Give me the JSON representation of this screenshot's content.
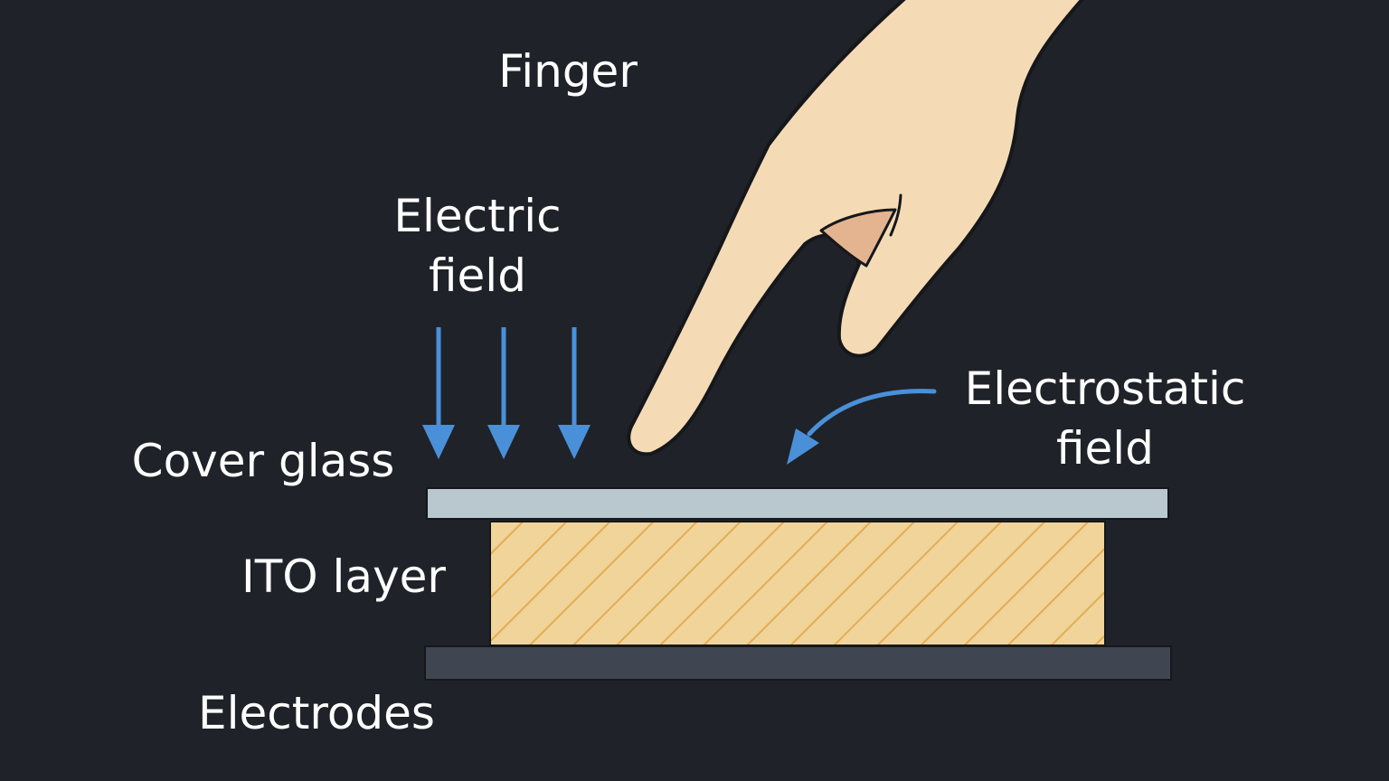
{
  "labels": {
    "finger": "Finger",
    "electric_field_line1": "Electric",
    "electric_field_line2": "field",
    "electrostatic_field_line1": "Electrostatic",
    "electrostatic_field_line2": "field",
    "cover_glass": "Cover glass",
    "ito_layer": "ITO layer",
    "electrodes": "Electrodes"
  },
  "colors": {
    "background": "#1f2228",
    "text": "#ffffff",
    "finger_skin": "#f5dbb5",
    "finger_nail": "#e3b48f",
    "field_arrows": "#4a90d9",
    "cover_glass": "#b9c7ce",
    "ito_fill": "#f0d49a",
    "ito_hatch": "#e2ad55",
    "electrodes": "#404552"
  },
  "icons": {
    "hand": "pointing-hand-icon",
    "field_arrows": "arrow-down-icon",
    "electrostatic_arrow": "curved-arrow-icon"
  }
}
